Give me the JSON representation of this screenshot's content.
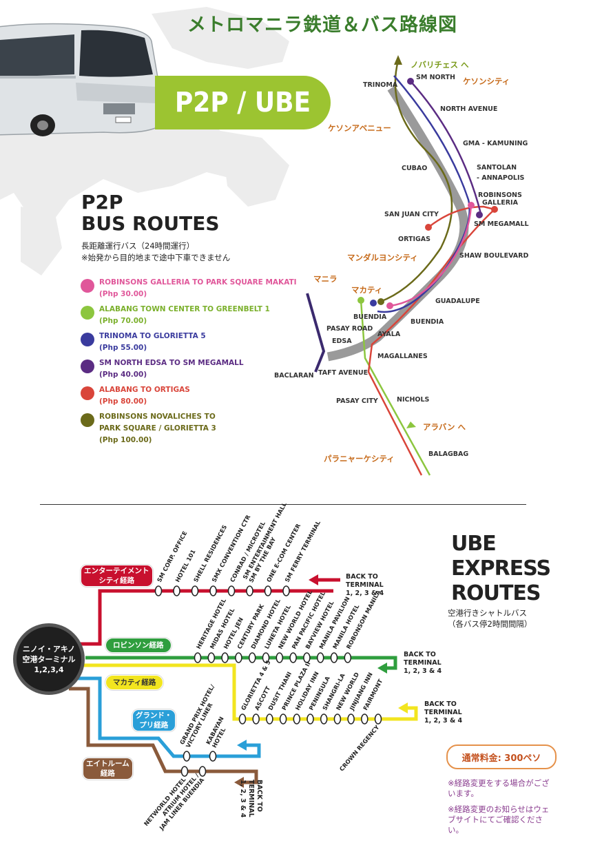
{
  "title": "メトロマニラ鉄道＆バス路線図",
  "banner": "P2P / UBE",
  "p2p": {
    "heading_line1": "P2P",
    "heading_line2": "BUS ROUTES",
    "subtitle_line1": "長距離運行バス（24時間運行）",
    "subtitle_line2": "※始発から目的地まで途中下車できません",
    "routes": [
      {
        "name": "ROBINSONS GALLERIA TO PARK SQUARE MAKATI",
        "price": "(Php 30.00)",
        "color": "#e0579a"
      },
      {
        "name": "ALABANG TOWN CENTER TO GREENBELT 1",
        "price": "(Php 70.00)",
        "color": "#8cc63f"
      },
      {
        "name": "TRINOMA TO GLORIETTA 5",
        "price": "(Php 55.00)",
        "color": "#3a3b9e"
      },
      {
        "name": "SM NORTH EDSA TO SM MEGAMALL",
        "price": "(Php 40.00)",
        "color": "#5b2c83"
      },
      {
        "name": "ALABANG TO ORTIGAS",
        "price": "(Php 80.00)",
        "color": "#d9453a"
      },
      {
        "name": "ROBINSONS NOVALICHES TO\nPARK SQUARE / GLORIETTA 3",
        "price": "(Php 100.00)",
        "color": "#6b6a1a"
      }
    ]
  },
  "map": {
    "areas": {
      "novaliches": "ノバリチェス へ",
      "quezon_city": "ケソンシティ",
      "quezon_ave": "ケソンアベニュー",
      "mandaluyong": "マンダルヨンシティ",
      "manila": "マニラ",
      "makati": "マカティ",
      "alabang": "アラバン へ",
      "paranaque": "パラニャーケシティ"
    },
    "stations": {
      "trinoma": "TRINOMA",
      "sm_north": "SM NORTH",
      "north_avenue": "NORTH AVENUE",
      "gma_kamuning": "GMA - KAMUNING",
      "cubao": "CUBAO",
      "santolan_1": "SANTOLAN",
      "santolan_2": "- ANNAPOLIS",
      "robinsons_1": "ROBINSONS",
      "robinsons_2": "GALLERIA",
      "san_juan": "SAN JUAN CITY",
      "sm_megamall": "SM MEGAMALL",
      "ortigas": "ORTIGAS",
      "shaw": "SHAW BOULEVARD",
      "guadalupe": "GUADALUPE",
      "buendia_w": "BUENDIA",
      "buendia_e": "BUENDIA",
      "pasay_road": "PASAY ROAD",
      "ayala": "AYALA",
      "edsa": "EDSA",
      "magallanes": "MAGALLANES",
      "baclaran": "BACLARAN",
      "taft": "TAFT AVENUE",
      "pasay_city": "PASAY CITY",
      "nichols": "NICHOLS",
      "balagbag": "BALAGBAG"
    }
  },
  "ube": {
    "heading_line1": "UBE",
    "heading_line2": "EXPRESS",
    "heading_line3": "ROUTES",
    "subtitle": "空港行きシャトルバス\n（各バス停2時間間隔）",
    "hub": "ニノイ・アキノ\n空港ターミナル\n1,2,3,4",
    "fare": "通常料金: 300ペソ",
    "note1": "※経路変更をする場合がございます。",
    "note2": "※経路変更のお知らせはウェブサイトにてご確認ください。",
    "routes": [
      {
        "label": "エンターテイメント\nシティ経路",
        "color": "#c8102e",
        "stops": [
          "SM CORP. OFFICE",
          "HOTEL 101",
          "SHELL RESIDENCES",
          "SMX CONVENTION CTR",
          "CONRAD / MICROTEL",
          "SM ENTERTAINMENT HALL\nSM BY THE BAY",
          "ONE E-COM CENTER",
          "SM FERRY TERMINAL"
        ],
        "back": "BACK TO\nTERMINAL\n1, 2, 3 & 4"
      },
      {
        "label": "ロビンソン経路",
        "color": "#2f9e3e",
        "stops": [
          "HERITAGE HOTEL",
          "MIDAS HOTEL",
          "HOTEL JEN",
          "CENTURY PARK",
          "DIAMOND HOTEL",
          "LUNETA HOTEL",
          "NEW WORLD HOTEL",
          "PAN PACIFIC HOTEL",
          "BAYVIEW HOTEL",
          "MANILA PAVILION",
          "MANILA HOTEL",
          "ROBONSON MANILA"
        ],
        "back": "BACK TO\nTERMINAL\n1, 2, 3 & 4"
      },
      {
        "label": "マカティ経路",
        "color": "#f2e51f",
        "stops": [
          "GLORIETTA 4 & 5",
          "ASCOTT",
          "DUSIT THANI",
          "PRINCE PLAZA II",
          "HOLIDAY INN",
          "PENINSULA",
          "SHANGRI-LA",
          "NEW WORLD",
          "JINJIANG INN",
          "FAIRMONT",
          "CROWN REGENCY"
        ],
        "back": "BACK TO\nTERMINAL\n1, 2, 3 & 4"
      },
      {
        "label": "グランド・\nプリ経路",
        "color": "#2a9fd8",
        "stops": [
          "GRAND PRIX HOTEL/\nVICTORY LINER",
          "KABAYAN\nHOTEL"
        ],
        "back": "BACK TO\nTERMINAL\n1, 2, 3 & 4"
      },
      {
        "label": "エイトルーム\n経路",
        "color": "#8a5a3b",
        "stops": [
          "NETWORLD HOTEL",
          "ATRIUM HOTEL /\nJAM LINER BUENDIA"
        ],
        "back": ""
      }
    ]
  }
}
